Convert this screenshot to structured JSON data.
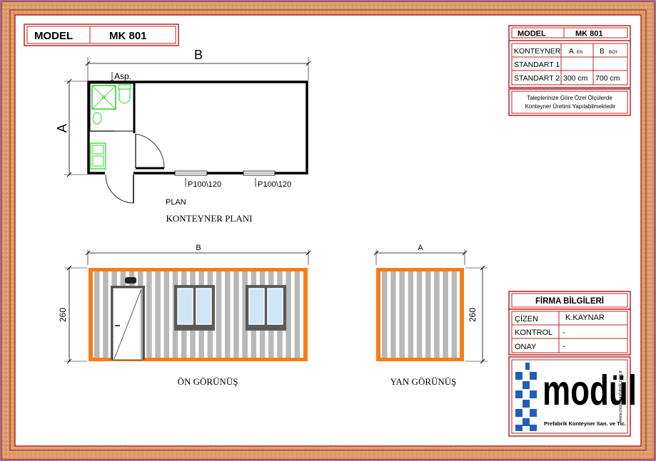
{
  "colors": {
    "outer_border": "#6b7fd0",
    "frame_fill": "#d9a06e",
    "frame_border": "#c02020",
    "orange": "#f57f16",
    "slat": "#b8b8b8",
    "glass": "#cfe6f7",
    "window_frame": "#5a5a5a",
    "fixture_green": "#1fd31f",
    "logo_blue": "#1f5fb8"
  },
  "model_box": {
    "label": "MODEL",
    "value": "MK 801"
  },
  "spec_table": {
    "model_label": "MODEL",
    "model_value": "MK 801",
    "header_konteyner": "KONTEYNER",
    "header_a": "A",
    "header_a_sub": "EN",
    "header_b": "B",
    "header_b_sub": "BOY",
    "rows": [
      {
        "label": "STANDART 1",
        "a": "",
        "b": ""
      },
      {
        "label": "STANDART 2",
        "a": "300 cm",
        "b": "700 cm"
      }
    ],
    "note_line1": "Taleplerinize Göre Özel Ölçülerde",
    "note_line2": "Konteyner Üretimi Yapılabilmektedir"
  },
  "plan": {
    "dim_b": "B",
    "dim_a": "A",
    "asp_label": "Asp.",
    "window_label_1": "P100\\120",
    "window_label_2": "P100\\120",
    "plan_label": "PLAN",
    "caption": "KONTEYNER PLANI"
  },
  "front_view": {
    "dim_b": "B",
    "dim_height": "260",
    "caption": "ÖN  GÖRÜNÜŞ"
  },
  "side_view": {
    "dim_a": "A",
    "dim_height": "260",
    "caption": "YAN  GÖRÜNÜŞ"
  },
  "firma": {
    "title": "FİRMA BİLGİLERİ",
    "rows": [
      {
        "label": "ÇİZEN",
        "value": "K.KAYNAR"
      },
      {
        "label": "KONTROL",
        "value": "-"
      },
      {
        "label": "ONAY",
        "value": "-"
      }
    ]
  },
  "logo": {
    "name": "modül",
    "tagline": "Prefabrik Konteyner San. ve Tic.",
    "website": "www.modulprefabrik.com.tr"
  }
}
